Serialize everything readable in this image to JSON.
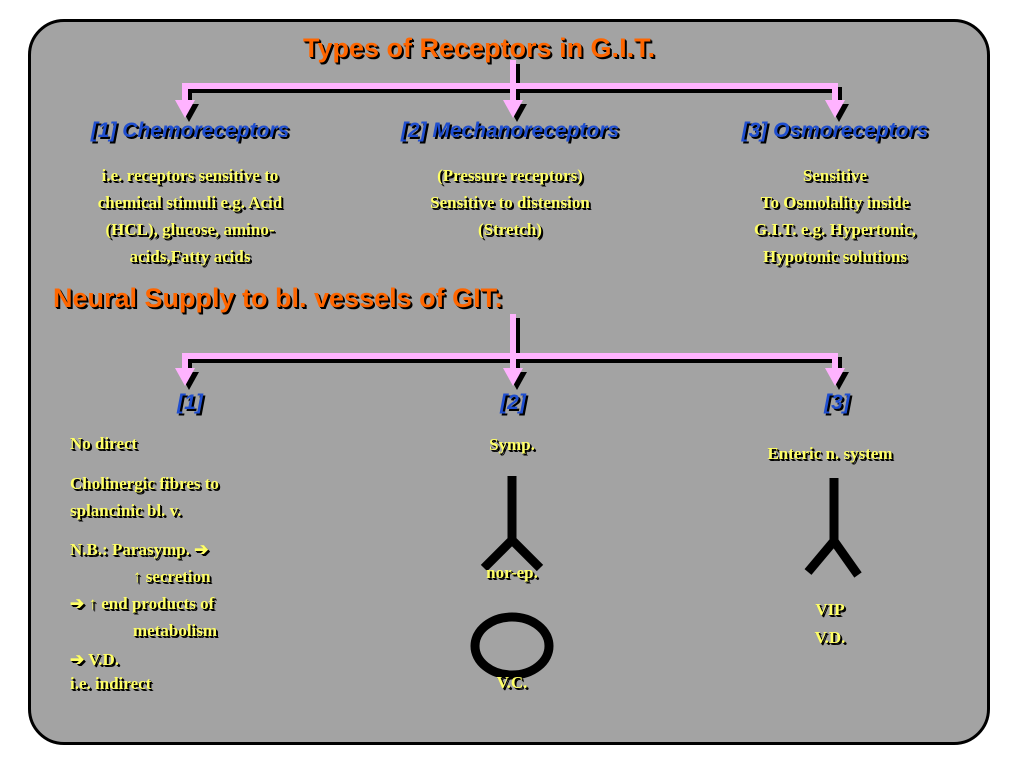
{
  "title": "Types of Receptors in G.I.T.",
  "receptors": [
    {
      "heading": "[1] Chemoreceptors",
      "lines": [
        "i.e. receptors sensitive to",
        "chemical stimuli e.g. Acid",
        "(HCL), glucose, amino-",
        "acids,Fatty acids"
      ]
    },
    {
      "heading": "[2] Mechanoreceptors",
      "lines": [
        "(Pressure receptors)",
        "Sensitive to distension",
        "(Stretch)"
      ]
    },
    {
      "heading": "[3] Osmoreceptors",
      "lines": [
        "Sensitive",
        "To Osmolality inside",
        "G.I.T. e.g. Hypertonic,",
        "Hypotonic solutions"
      ]
    }
  ],
  "neural_title": "Neural Supply to bl. vessels of GIT:",
  "neural": {
    "col1": {
      "heading": "[1]",
      "line1": "No direct",
      "line2a": "Cholinergic fibres to",
      "line2b": "splancinic bl. v.",
      "nb1": "N.B.:  Parasymp. ➔",
      "nb2": "↑ secretion",
      "nb3": "➔ ↑ end products of",
      "nb4": "metabolism",
      "nb5": "➔ V.D.",
      "nb6": "i.e. indirect"
    },
    "col2": {
      "heading": "[2]",
      "label": "Symp.",
      "transmitter": "nor-ep.",
      "effect": "V.C."
    },
    "col3": {
      "heading": "[3]",
      "label": "Enteric n. system",
      "transmitter": "VIP",
      "effect": "V.D."
    }
  },
  "colors": {
    "background": "#a3a3a3",
    "title": "#ff6600",
    "heading": "#1f4ecf",
    "body_text": "#ffff66",
    "connector": "#ffb3ff"
  }
}
